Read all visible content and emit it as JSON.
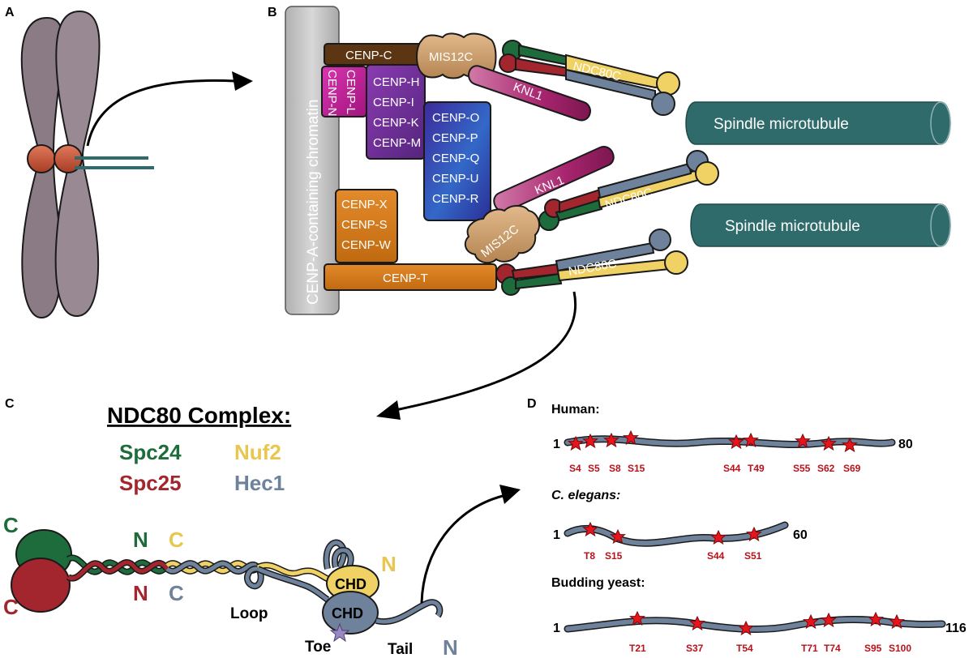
{
  "panels": {
    "a": "A",
    "b": "B",
    "c": "C",
    "d": "D"
  },
  "panel_b": {
    "chromatin_label": "CENP-A-containing chromatin",
    "cenp_c": "CENP-C",
    "mis12c": "MIS12C",
    "knl1": "KNL1",
    "ndc80c": "NDC80C",
    "cenp_n": "CENP-N",
    "cenp_l": "CENP-L",
    "cenp_hikm": [
      "CENP-H",
      "CENP-I",
      "CENP-K",
      "CENP-M"
    ],
    "cenp_opqur": [
      "CENP-O",
      "CENP-P",
      "CENP-Q",
      "CENP-U",
      "CENP-R"
    ],
    "cenp_xsw": [
      "CENP-X",
      "CENP-S",
      "CENP-W"
    ],
    "cenp_t": "CENP-T",
    "microtubule": "Spindle microtubule"
  },
  "panel_c": {
    "title": "NDC80 Complex:",
    "subunits": [
      {
        "name": "Spc24",
        "color": "#1e6b3b"
      },
      {
        "name": "Nuf2",
        "color": "#f0d264"
      },
      {
        "name": "Spc25",
        "color": "#a3262e"
      },
      {
        "name": "Hec1",
        "color": "#6f829b"
      }
    ],
    "ends": {
      "spc24_c": "C",
      "spc25_c": "C",
      "spc24_n": "N",
      "spc25_n": "N",
      "nuf2_c": "C",
      "hec1_c": "C",
      "nuf2_n": "N",
      "hec1_n": "N"
    },
    "labels": {
      "loop": "Loop",
      "chd": "CHD",
      "toe": "Toe",
      "tail": "Tail"
    }
  },
  "panel_d": {
    "species": [
      {
        "name": "Human:",
        "italic": false,
        "start": "1",
        "end": "80",
        "sites": [
          "S4",
          "S5",
          "S8",
          "S15",
          "S44",
          "T49",
          "S55",
          "S62",
          "S69"
        ]
      },
      {
        "name": "C. elegans:",
        "italic": true,
        "start": "1",
        "end": "60",
        "sites": [
          "T8",
          "S15",
          "S44",
          "S51"
        ]
      },
      {
        "name": "Budding yeast:",
        "italic": false,
        "start": "1",
        "end": "116",
        "sites": [
          "T21",
          "S37",
          "T54",
          "T71",
          "T74",
          "S95",
          "S100"
        ]
      }
    ]
  },
  "colors": {
    "chromosome": "#8a7b84",
    "centromere": "#c9553a",
    "microtubule": "#2f6b6b",
    "chromatin": "#c4c4c4",
    "cenp_c": "#5c3512",
    "cenp_nl": "#c21f9c",
    "cenp_hikm": "#6a2e9b",
    "cenp_opqur": "#2e3aa6",
    "cenp_xsw": "#d27514",
    "cenp_t": "#d27514",
    "mis12c": "#c99a6e",
    "knl1": "#a8256f",
    "spc24": "#1e6b3b",
    "spc25": "#a3262e",
    "nuf2": "#f0d264",
    "hec1": "#6f829b",
    "site_star": "#e8141b"
  }
}
